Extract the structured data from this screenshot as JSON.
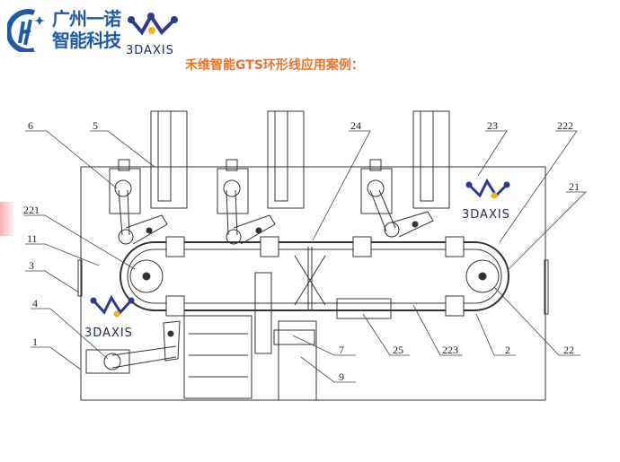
{
  "header": {
    "company_logo_text": [
      "广州一诺",
      "智能科技"
    ],
    "brand_logo_text": "3DAXIS",
    "title": "禾维智能GTS环形线应用案例："
  },
  "drawing": {
    "watermark_text": "3DAXIS",
    "part_labels": [
      "6",
      "5",
      "24",
      "23",
      "222",
      "21",
      "221",
      "11",
      "3",
      "4",
      "1",
      "7",
      "25",
      "223",
      "2",
      "22",
      "9"
    ]
  },
  "colors": {
    "title": "#e8742a",
    "brand_blue": "#1e5aa8",
    "brand_dark": "#2a3a8c",
    "brand_yellow": "#f2b21c"
  }
}
